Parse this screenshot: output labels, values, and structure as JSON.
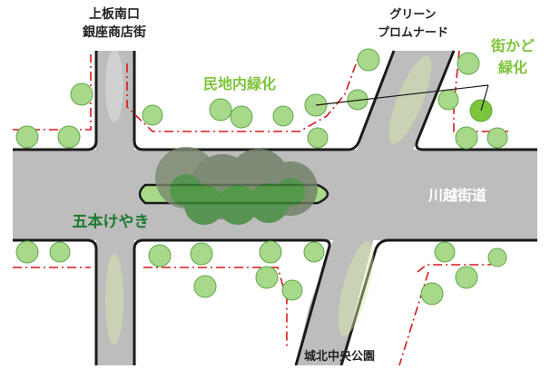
{
  "labels": {
    "street_north_line1": "上板南口",
    "street_north_line2": "銀座商店街",
    "green_promenade_line1": "グリーン",
    "green_promenade_line2": "プロムナード",
    "street_trees_line1": "街かど",
    "street_trees_line2": "緑化",
    "private_greening": "民地内緑化",
    "five_zelkova": "五本けやき",
    "kawagoe_road": "川越街道",
    "park_south": "城北中央公園"
  },
  "colors": {
    "road_fill": "#bdbdbd",
    "road_edge": "#1a1a1a",
    "tree_light": "#a8d88a",
    "tree_dark": "#3e8a3a",
    "boundary_red": "#d81818",
    "label_light_green": "#7cc43a",
    "label_dark_green": "#1e7a30",
    "label_white": "#ffffff",
    "label_black": "#222222"
  }
}
